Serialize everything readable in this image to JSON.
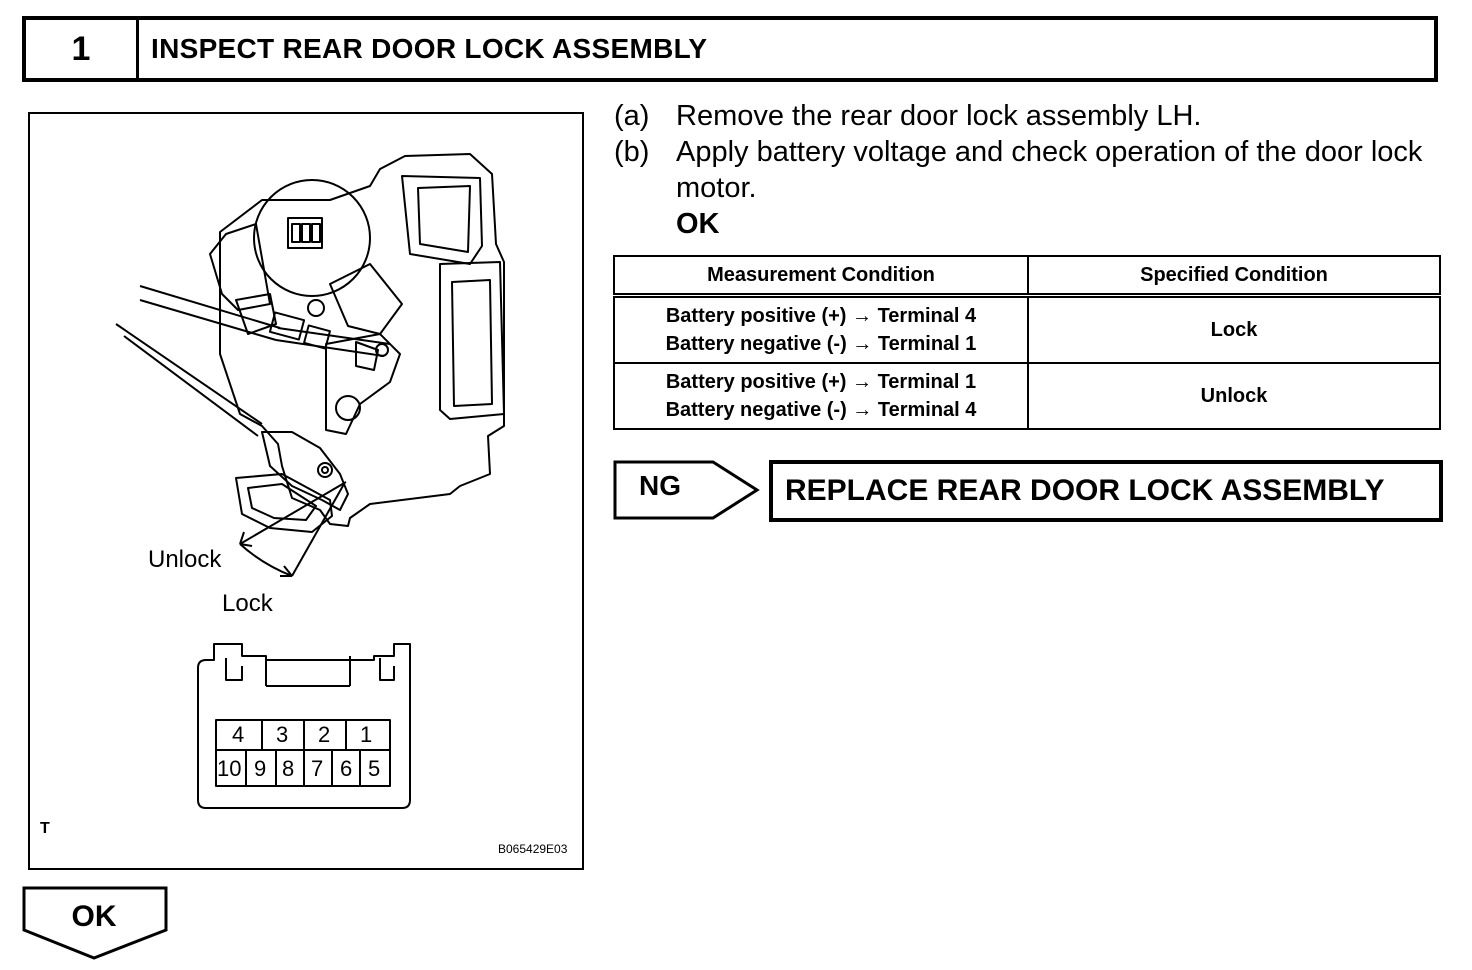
{
  "header": {
    "step_number": "1",
    "title": "INSPECT REAR DOOR LOCK ASSEMBLY"
  },
  "figure": {
    "label_unlock": "Unlock",
    "label_lock": "Lock",
    "corner_mark": "T",
    "figure_id": "B065429E03",
    "connector_top_row": [
      "4",
      "3",
      "2",
      "1"
    ],
    "connector_bottom_row": [
      "10",
      "9",
      "8",
      "7",
      "6",
      "5"
    ]
  },
  "instructions": {
    "a_letter": "(a)",
    "a_text": "Remove the rear door lock assembly LH.",
    "b_letter": "(b)",
    "b_text": "Apply battery voltage and check operation of the door lock motor.",
    "result": "OK"
  },
  "spec_table": {
    "headers": [
      "Measurement Condition",
      "Specified Condition"
    ],
    "rows": [
      {
        "line1": "Battery positive (+) → Terminal 4",
        "line2": "Battery negative (-) → Terminal 1",
        "result": "Lock"
      },
      {
        "line1": "Battery positive (+) → Terminal 1",
        "line2": "Battery negative (-) → Terminal 4",
        "result": "Unlock"
      }
    ]
  },
  "ng": {
    "label": "NG",
    "action": "REPLACE REAR DOOR LOCK ASSEMBLY"
  },
  "ok": {
    "label": "OK"
  }
}
